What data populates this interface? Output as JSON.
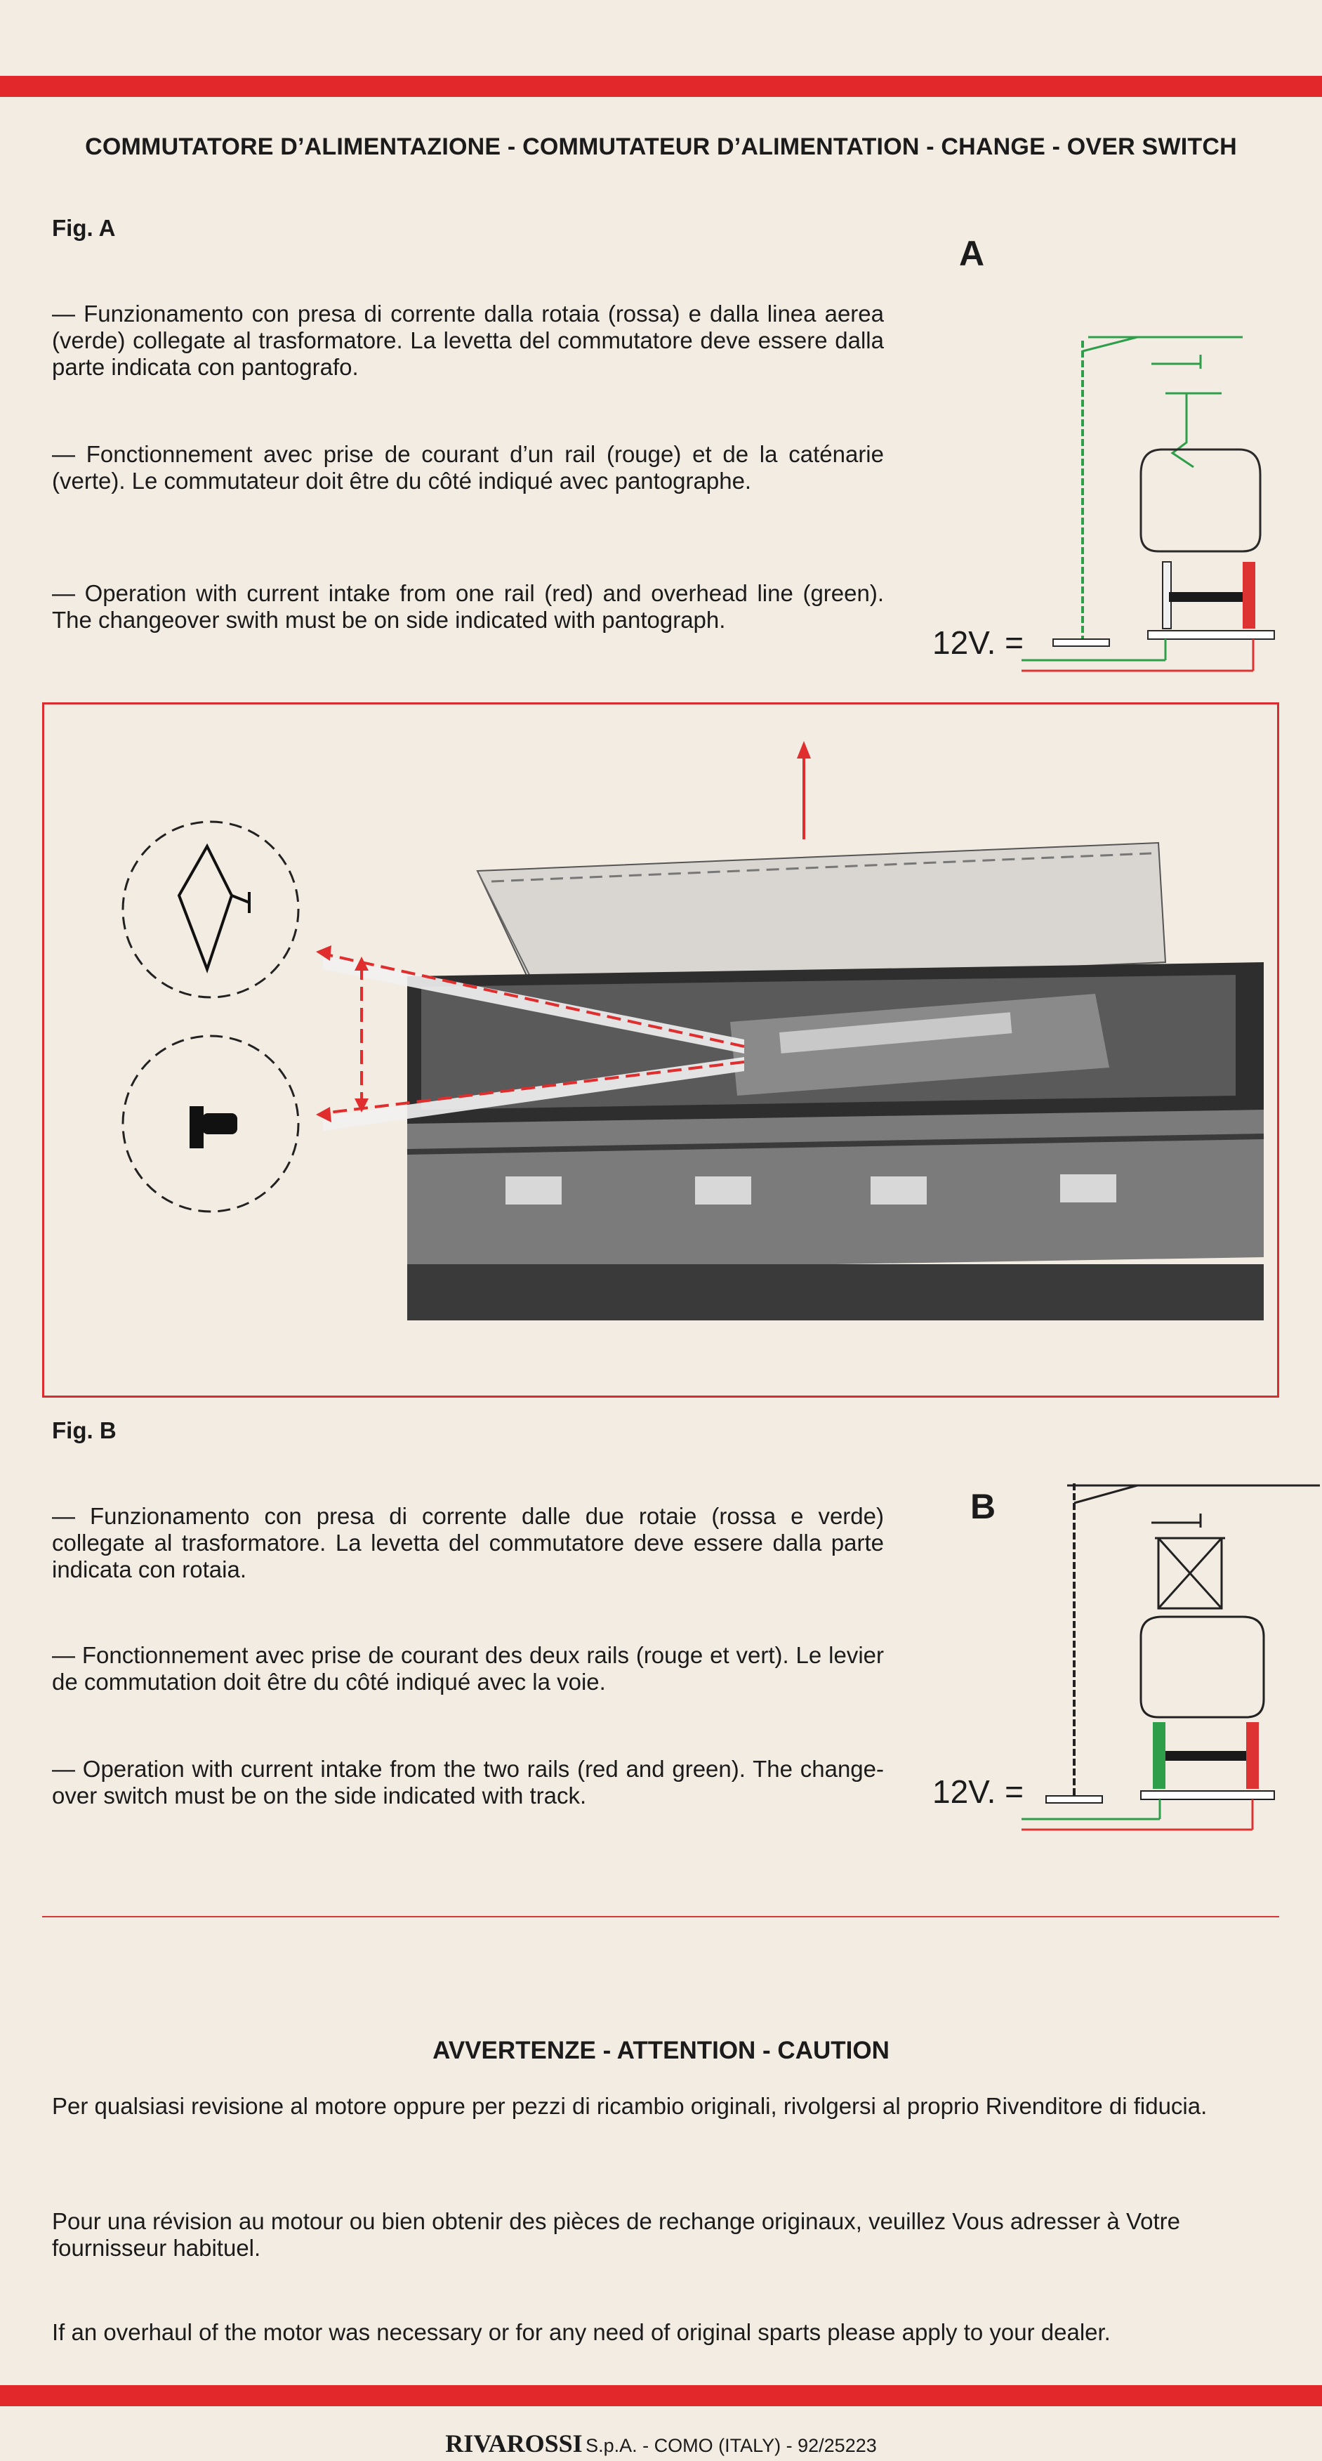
{
  "header": {
    "title": "COMMUTATORE D’ALIMENTAZIONE - COMMUTATEUR D’ALIMENTATION - CHANGE - OVER SWITCH"
  },
  "fig_a": {
    "label": "Fig. A",
    "it": "— Funzionamento con presa di corrente dalla rotaia (rossa) e dalla linea aerea (verde) collegate al trasformatore. La levetta del commutatore deve essere dalla parte indicata con pantografo.",
    "fr": "— Fonctionnement avec prise de courant d’un rail (rouge) et de la caténarie (verte). Le commutateur doit être du côté indiqué avec pantographe.",
    "en": "— Operation with current intake from one rail (red) and overhead line (green). The changeover swith must be on side indicated with pantograph.",
    "diagram_letter": "A",
    "voltage": "12V. ="
  },
  "fig_b": {
    "label": "Fig. B",
    "it": "— Funzionamento con presa di corrente dalle due rotaie (rossa e verde) collegate al trasformatore. La levetta del commutatore deve essere dalla parte indicata con rotaia.",
    "fr": "— Fonctionnement avec prise de courant des deux rails (rouge et vert). Le levier de commutation doit être du côté indiqué avec la voie.",
    "en": "— Operation with current intake from the two rails (red and green). The change-over switch must be on the side indicated with track.",
    "diagram_letter": "B",
    "voltage": "12V. ="
  },
  "caution": {
    "title": "AVVERTENZE - ATTENTION - CAUTION",
    "it": "Per qualsiasi revisione al motore oppure per pezzi di ricambio originali, rivolgersi al proprio Rivenditore di fiducia.",
    "fr": "Pour una révision au motour ou bien obtenir des pièces de rechange originaux, veuillez Vous adresser à Votre fournisseur habituel.",
    "en": "If an overhaul of the motor was necessary or for any need of original sparts please apply to your dealer."
  },
  "footer": {
    "brand": "RIVAROSSI",
    "text": "S.p.A. - COMO (ITALY) - 92/25223"
  },
  "colors": {
    "red": "#e3282c",
    "green": "#2e9e4a",
    "paper": "#f3ece2"
  }
}
